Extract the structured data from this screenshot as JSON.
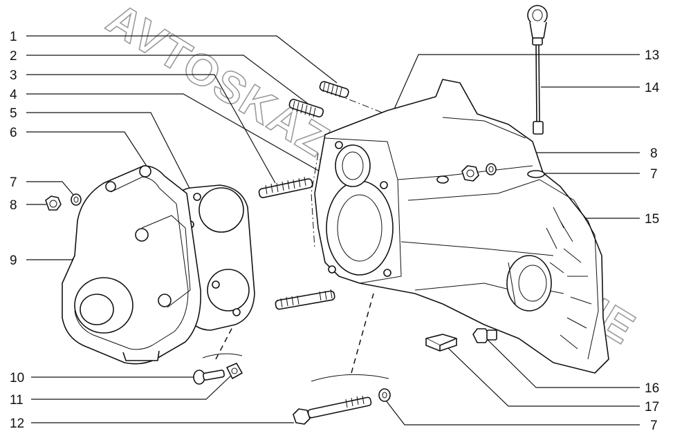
{
  "watermark": "AVTOSKAZKA-CAT.ONLINE",
  "callouts": [
    {
      "id": "c1",
      "text": "1"
    },
    {
      "id": "c2",
      "text": "2"
    },
    {
      "id": "c3",
      "text": "3"
    },
    {
      "id": "c4",
      "text": "4"
    },
    {
      "id": "c5",
      "text": "5"
    },
    {
      "id": "c6",
      "text": "6"
    },
    {
      "id": "c7a",
      "text": "7"
    },
    {
      "id": "c8a",
      "text": "8"
    },
    {
      "id": "c9",
      "text": "9"
    },
    {
      "id": "c10",
      "text": "10"
    },
    {
      "id": "c11",
      "text": "11"
    },
    {
      "id": "c12",
      "text": "12"
    },
    {
      "id": "c13",
      "text": "13"
    },
    {
      "id": "c14",
      "text": "14"
    },
    {
      "id": "c8b",
      "text": "8"
    },
    {
      "id": "c7b",
      "text": "7"
    },
    {
      "id": "c15",
      "text": "15"
    },
    {
      "id": "c16",
      "text": "16"
    },
    {
      "id": "c17",
      "text": "17"
    },
    {
      "id": "c7c",
      "text": "7"
    }
  ]
}
